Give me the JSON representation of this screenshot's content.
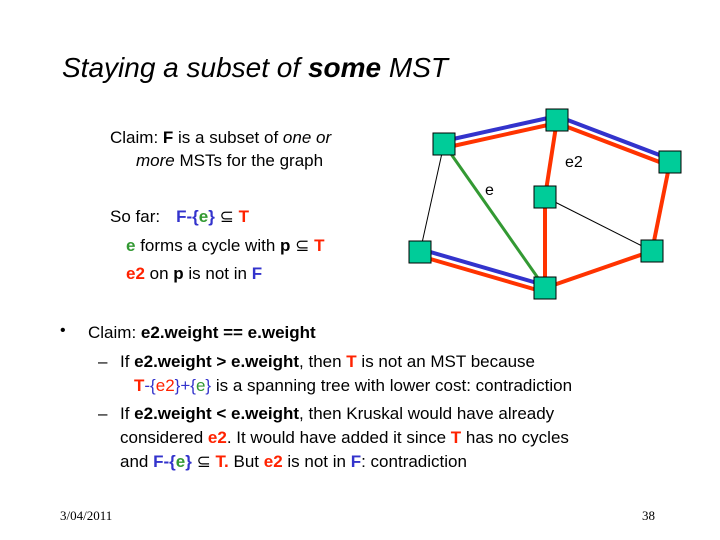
{
  "title": {
    "part1": "Staying a subset of ",
    "bold": "some",
    "part2": " MST"
  },
  "claim": {
    "prefix": "Claim: ",
    "F": "F",
    "mid": " is a subset of ",
    "italic1": "one or",
    "italic2": "more",
    "suffix": " MSTs for the graph"
  },
  "sofar": {
    "label": "So far:",
    "F": "F",
    "dash": "-",
    "lbrace": "{",
    "e": "e",
    "rbrace": "}",
    "subset": "⊆",
    "T": "T"
  },
  "cycle": {
    "e": "e",
    "text": " forms a cycle with ",
    "p": "p",
    "subset": "⊆",
    "T": "T"
  },
  "notin": {
    "e2": "e2",
    "on": " on ",
    "p": "p",
    "text": " is not in ",
    "F": "F"
  },
  "graph": {
    "label_e": "e",
    "label_e2": "e2"
  },
  "bullet": {
    "marker": "•",
    "prefix": "Claim: ",
    "text": "e2.weight == e.weight"
  },
  "sub1": {
    "dash": "–",
    "if": "If ",
    "cond": "e2.weight > e.weight",
    "then": ", then ",
    "T": "T",
    "rest": " is not an MST because",
    "line2_T": "T",
    "line2_m": "-{",
    "line2_e2": "e2",
    "line2_p": "}+{",
    "line2_e": "e",
    "line2_close": "}",
    "line2_rest": " is a spanning tree with lower cost: contradiction"
  },
  "sub2": {
    "dash": "–",
    "if": "If ",
    "cond": "e2.weight < e.weight",
    "then": ", then Kruskal would have already",
    "l2a": "considered ",
    "l2_e2": "e2",
    "l2b": ".  It would have added it since ",
    "l2_T": "T",
    "l2c": " has no cycles",
    "l3a": "and ",
    "l3_F": "F",
    "l3_m": "-{",
    "l3_e": "e",
    "l3_close": "} ",
    "l3_subset": "⊆",
    "l3_T": " T.",
    "l3b": "  But ",
    "l3_e2": "e2",
    "l3c": " is not in ",
    "l3_F2": "F",
    "l3d": ": contradiction"
  },
  "footer": {
    "date": "3/04/2011",
    "page": "38"
  },
  "colors": {
    "node": "#00cc99",
    "red": "#ff3300",
    "blue": "#3333cc",
    "green": "#339933"
  }
}
